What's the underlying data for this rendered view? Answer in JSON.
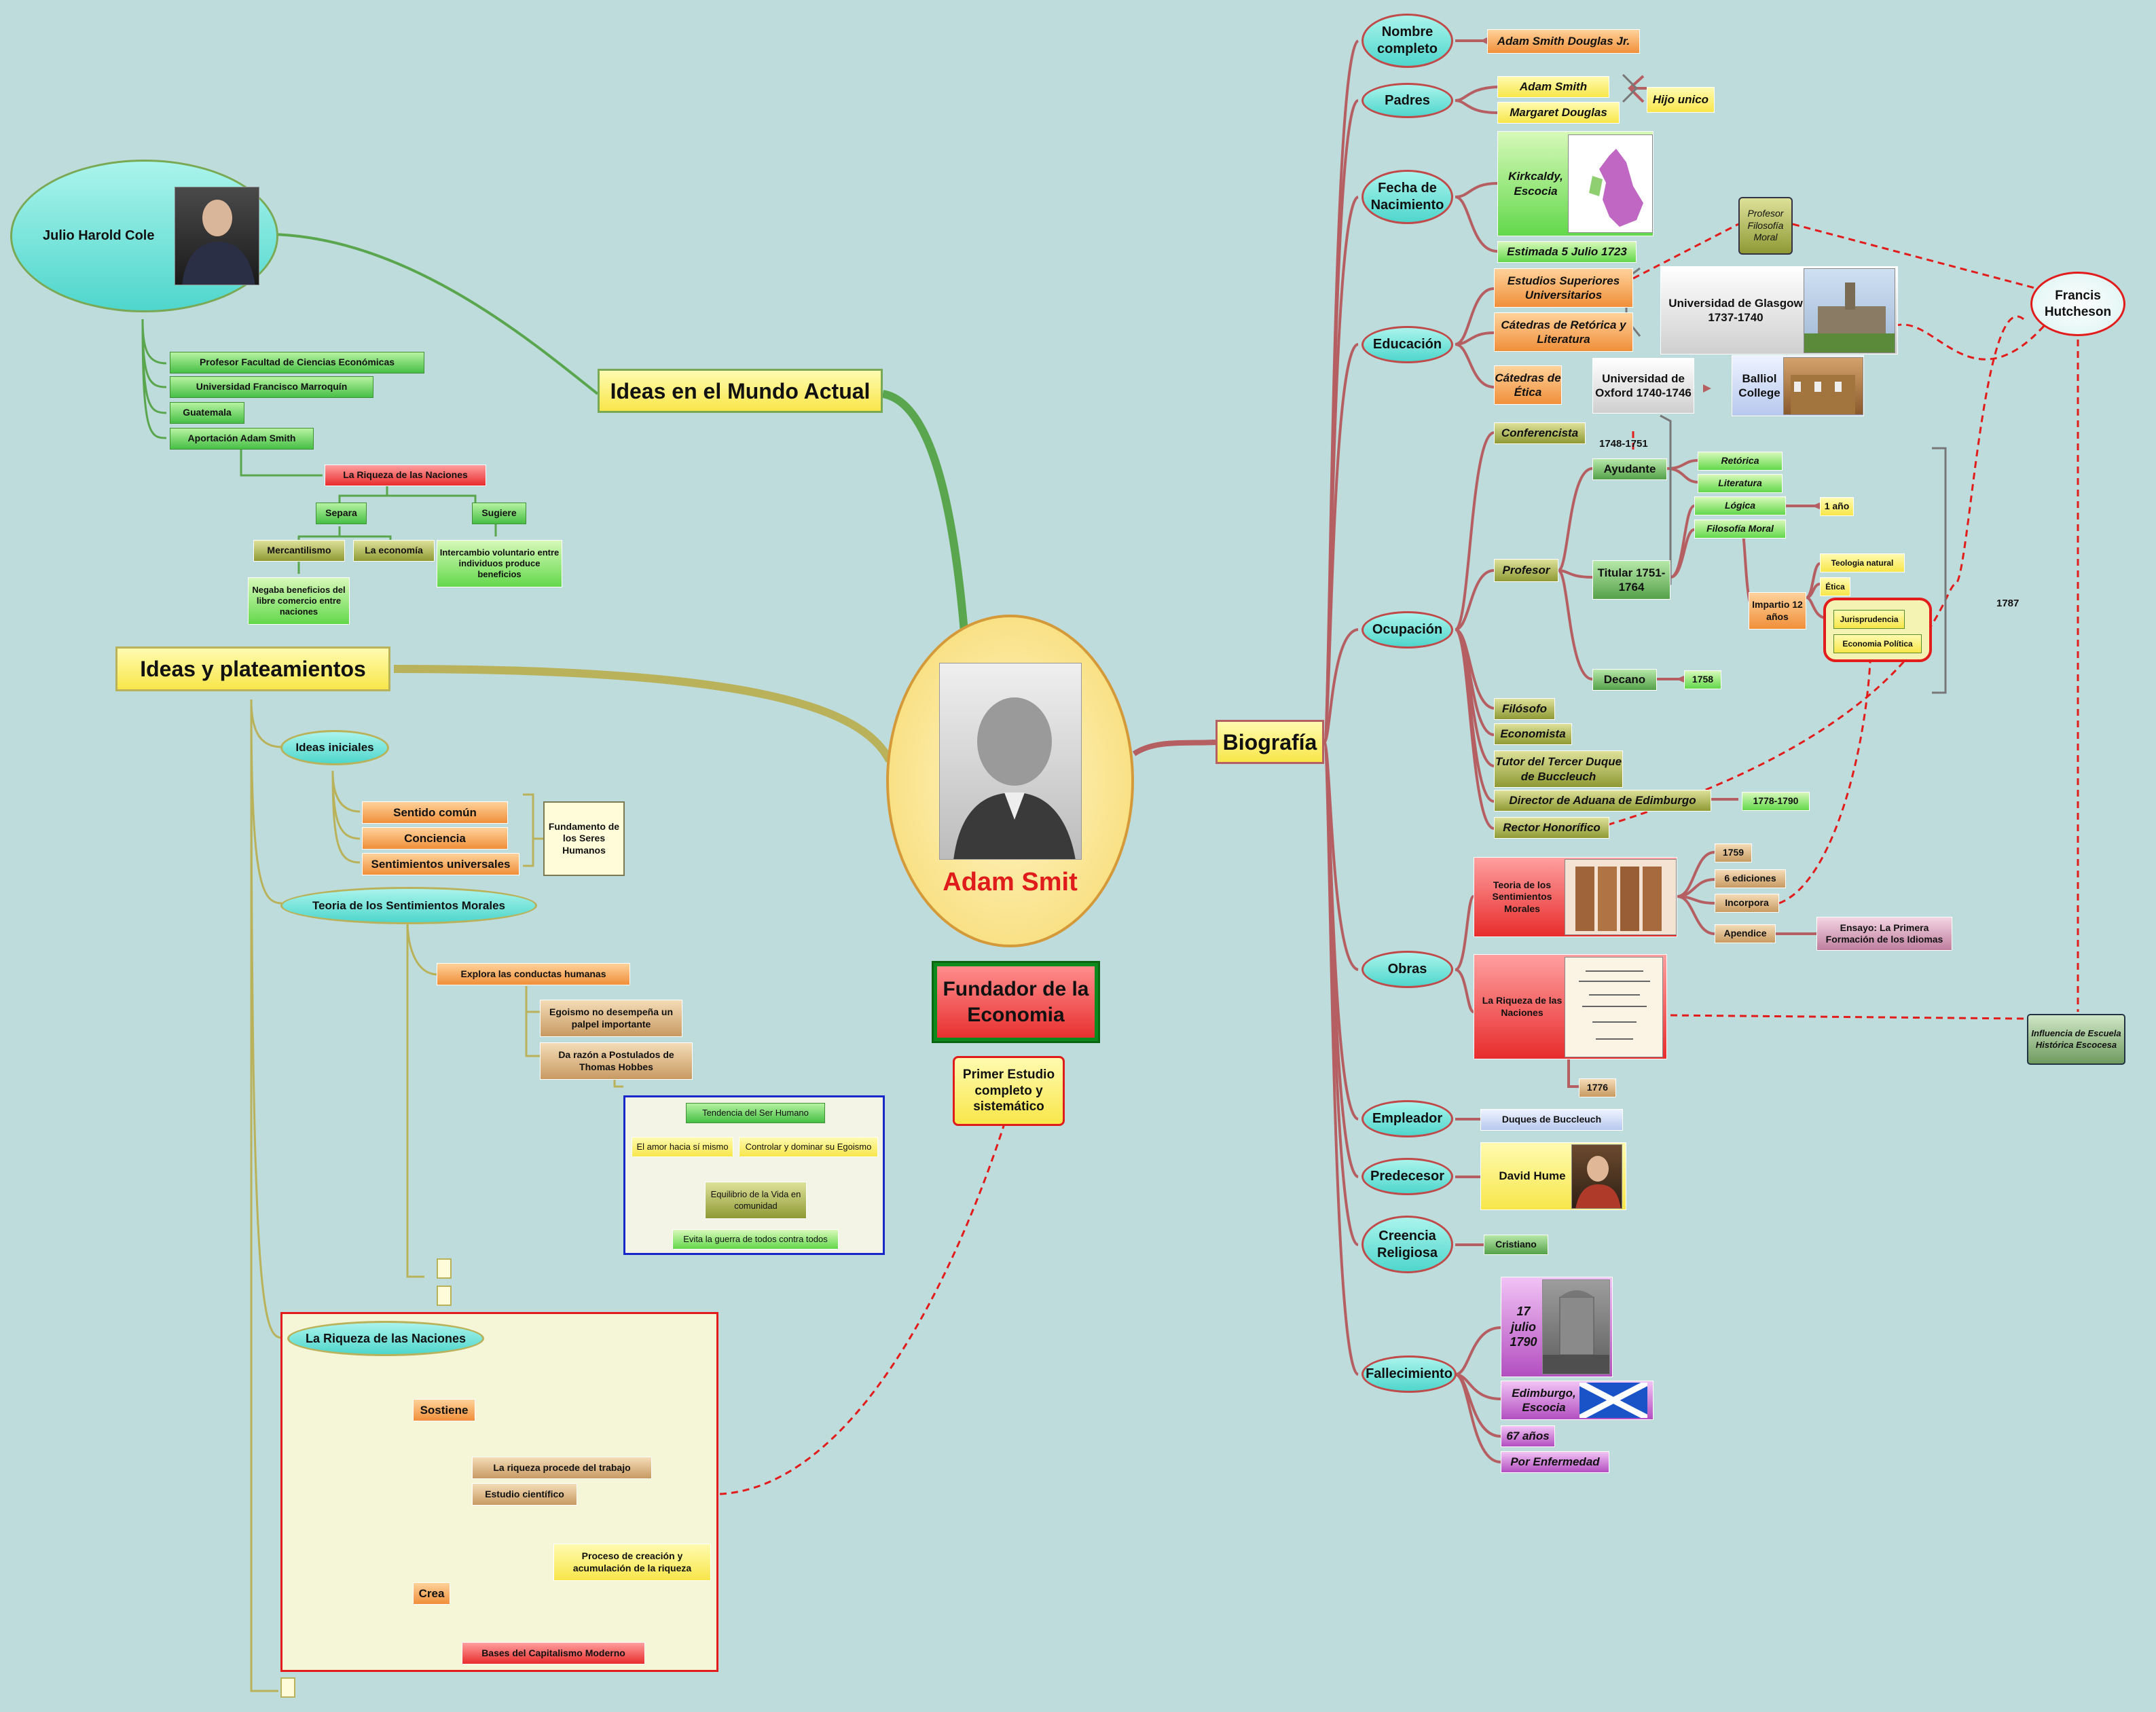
{
  "center": {
    "name": "Adam Smit"
  },
  "fundador": {
    "title": "Fundador de la Economia",
    "sub": "Primer Estudio completo y sistemático"
  },
  "left": {
    "ideas_actual": "Ideas en el Mundo Actual",
    "cole": {
      "name": "Julio Harold Cole",
      "items": [
        "Profesor Facultad de Ciencias Económicas",
        "Universidad Francisco Marroquín",
        "Guatemala",
        "Aportación Adam Smith"
      ],
      "riqueza": "La Riqueza de las Naciones",
      "separa": "Separa",
      "sugiere": "Sugiere",
      "mercantilismo": "Mercantilismo",
      "economia": "La economía",
      "intercambio": "Intercambio voluntario entre individuos produce beneficios",
      "negaba": "Negaba beneficios del libre comercio entre naciones"
    },
    "ideas_plant": "Ideas y plateamientos",
    "ideas_iniciales": "Ideas iniciales",
    "iniciales_items": [
      "Sentido común",
      "Conciencia",
      "Sentimientos universales"
    ],
    "fundamento": "Fundamento de los Seres Humanos",
    "teoria": "Teoria de los Sentimientos Morales",
    "explora": "Explora las conductas humanas",
    "egoismo": "Egoismo no desempeña un palpel importante",
    "razon": "Da razón a Postulados de Thomas Hobbes",
    "box": {
      "tendencia": "Tendencia del Ser Humano",
      "amor": "El amor hacia sí mismo",
      "controlar": "Controlar y dominar su Egoismo",
      "equilibrio": "Equilibrio de la Vida en comunidad",
      "evita": "Evita la guerra de todos contra todos"
    },
    "riqueza_box": {
      "title": "La Riqueza de las Naciones",
      "sostiene": "Sostiene",
      "trabajo": "La riqueza procede del trabajo",
      "estudio": "Estudio científico",
      "proceso": "Proceso de creación y acumulación de la riqueza",
      "crea": "Crea",
      "bases": "Bases del Capitalismo Moderno"
    }
  },
  "bio": {
    "label": "Biografía",
    "nombre": "Nombre completo",
    "nombre_val": "Adam Smith Douglas Jr.",
    "padres": "Padres",
    "padre": "Adam Smith",
    "madre": "Margaret Douglas",
    "hijo": "Hijo unico",
    "fecha": "Fecha de Nacimiento",
    "lugar": "Kirkcaldy, Escocia",
    "estimada": "Estimada 5 Julio 1723",
    "profesor_fm": "Profesor Filosofía Moral",
    "educacion": "Educación",
    "estudios": "Estudios Superiores Universitarios",
    "catedras_ret": "Cátedras de Retórica y Literatura",
    "glasgow": "Universidad de Glasgow 1737-1740",
    "catedras_etica": "Cátedras de Ética",
    "oxford": "Universidad de Oxford 1740-1746",
    "balliol": "Balliol College",
    "hutcheson": "Francis Hutcheson",
    "ocupacion": "Ocupación",
    "conferencista": "Conferencista",
    "y1748": "1748-1751",
    "ayudante": "Ayudante",
    "retorica": "Retórica",
    "literatura": "Literatura",
    "logica": "Lógica",
    "un_ano": "1 año",
    "filosofia_moral": "Filosofía Moral",
    "profesor": "Profesor",
    "titular": "Titular 1751-1764",
    "impartio": "Impartio 12 años",
    "teologia": "Teologia natural",
    "etica": "Ética",
    "jurisprudencia": "Jurisprudencia",
    "economia_pol": "Economia Política",
    "decano": "Decano",
    "y1758": "1758",
    "y1787": "1787",
    "filosofo": "Filósofo",
    "economista": "Economista",
    "tutor": "Tutor del Tercer Duque de Buccleuch",
    "director": "Director de Aduana de Edimburgo",
    "y1778": "1778-1790",
    "rector": "Rector Honorífico",
    "obras": "Obras",
    "teoria_obra": "Teoria de los Sentimientos Morales",
    "y1759": "1759",
    "ediciones": "6 ediciones",
    "incorpora": "Incorpora",
    "apendice": "Apendice",
    "ensayo": "Ensayo: La Primera Formación de los Idiomas",
    "riqueza_obra": "La Riqueza de las Naciones",
    "y1776": "1776",
    "influencia": "Influencia de Escuela Histórica Escocesa",
    "empleador": "Empleador",
    "duques": "Duques de Buccleuch",
    "predecesor": "Predecesor",
    "hume": "David Hume",
    "creencia": "Creencia Religiosa",
    "cristiano": "Cristiano",
    "fallecimiento": "Fallecimiento",
    "fecha_muerte": "17 julio 1790",
    "lugar_muerte": "Edimburgo, Escocia",
    "edad": "67 años",
    "causa": "Por Enfermedad"
  }
}
